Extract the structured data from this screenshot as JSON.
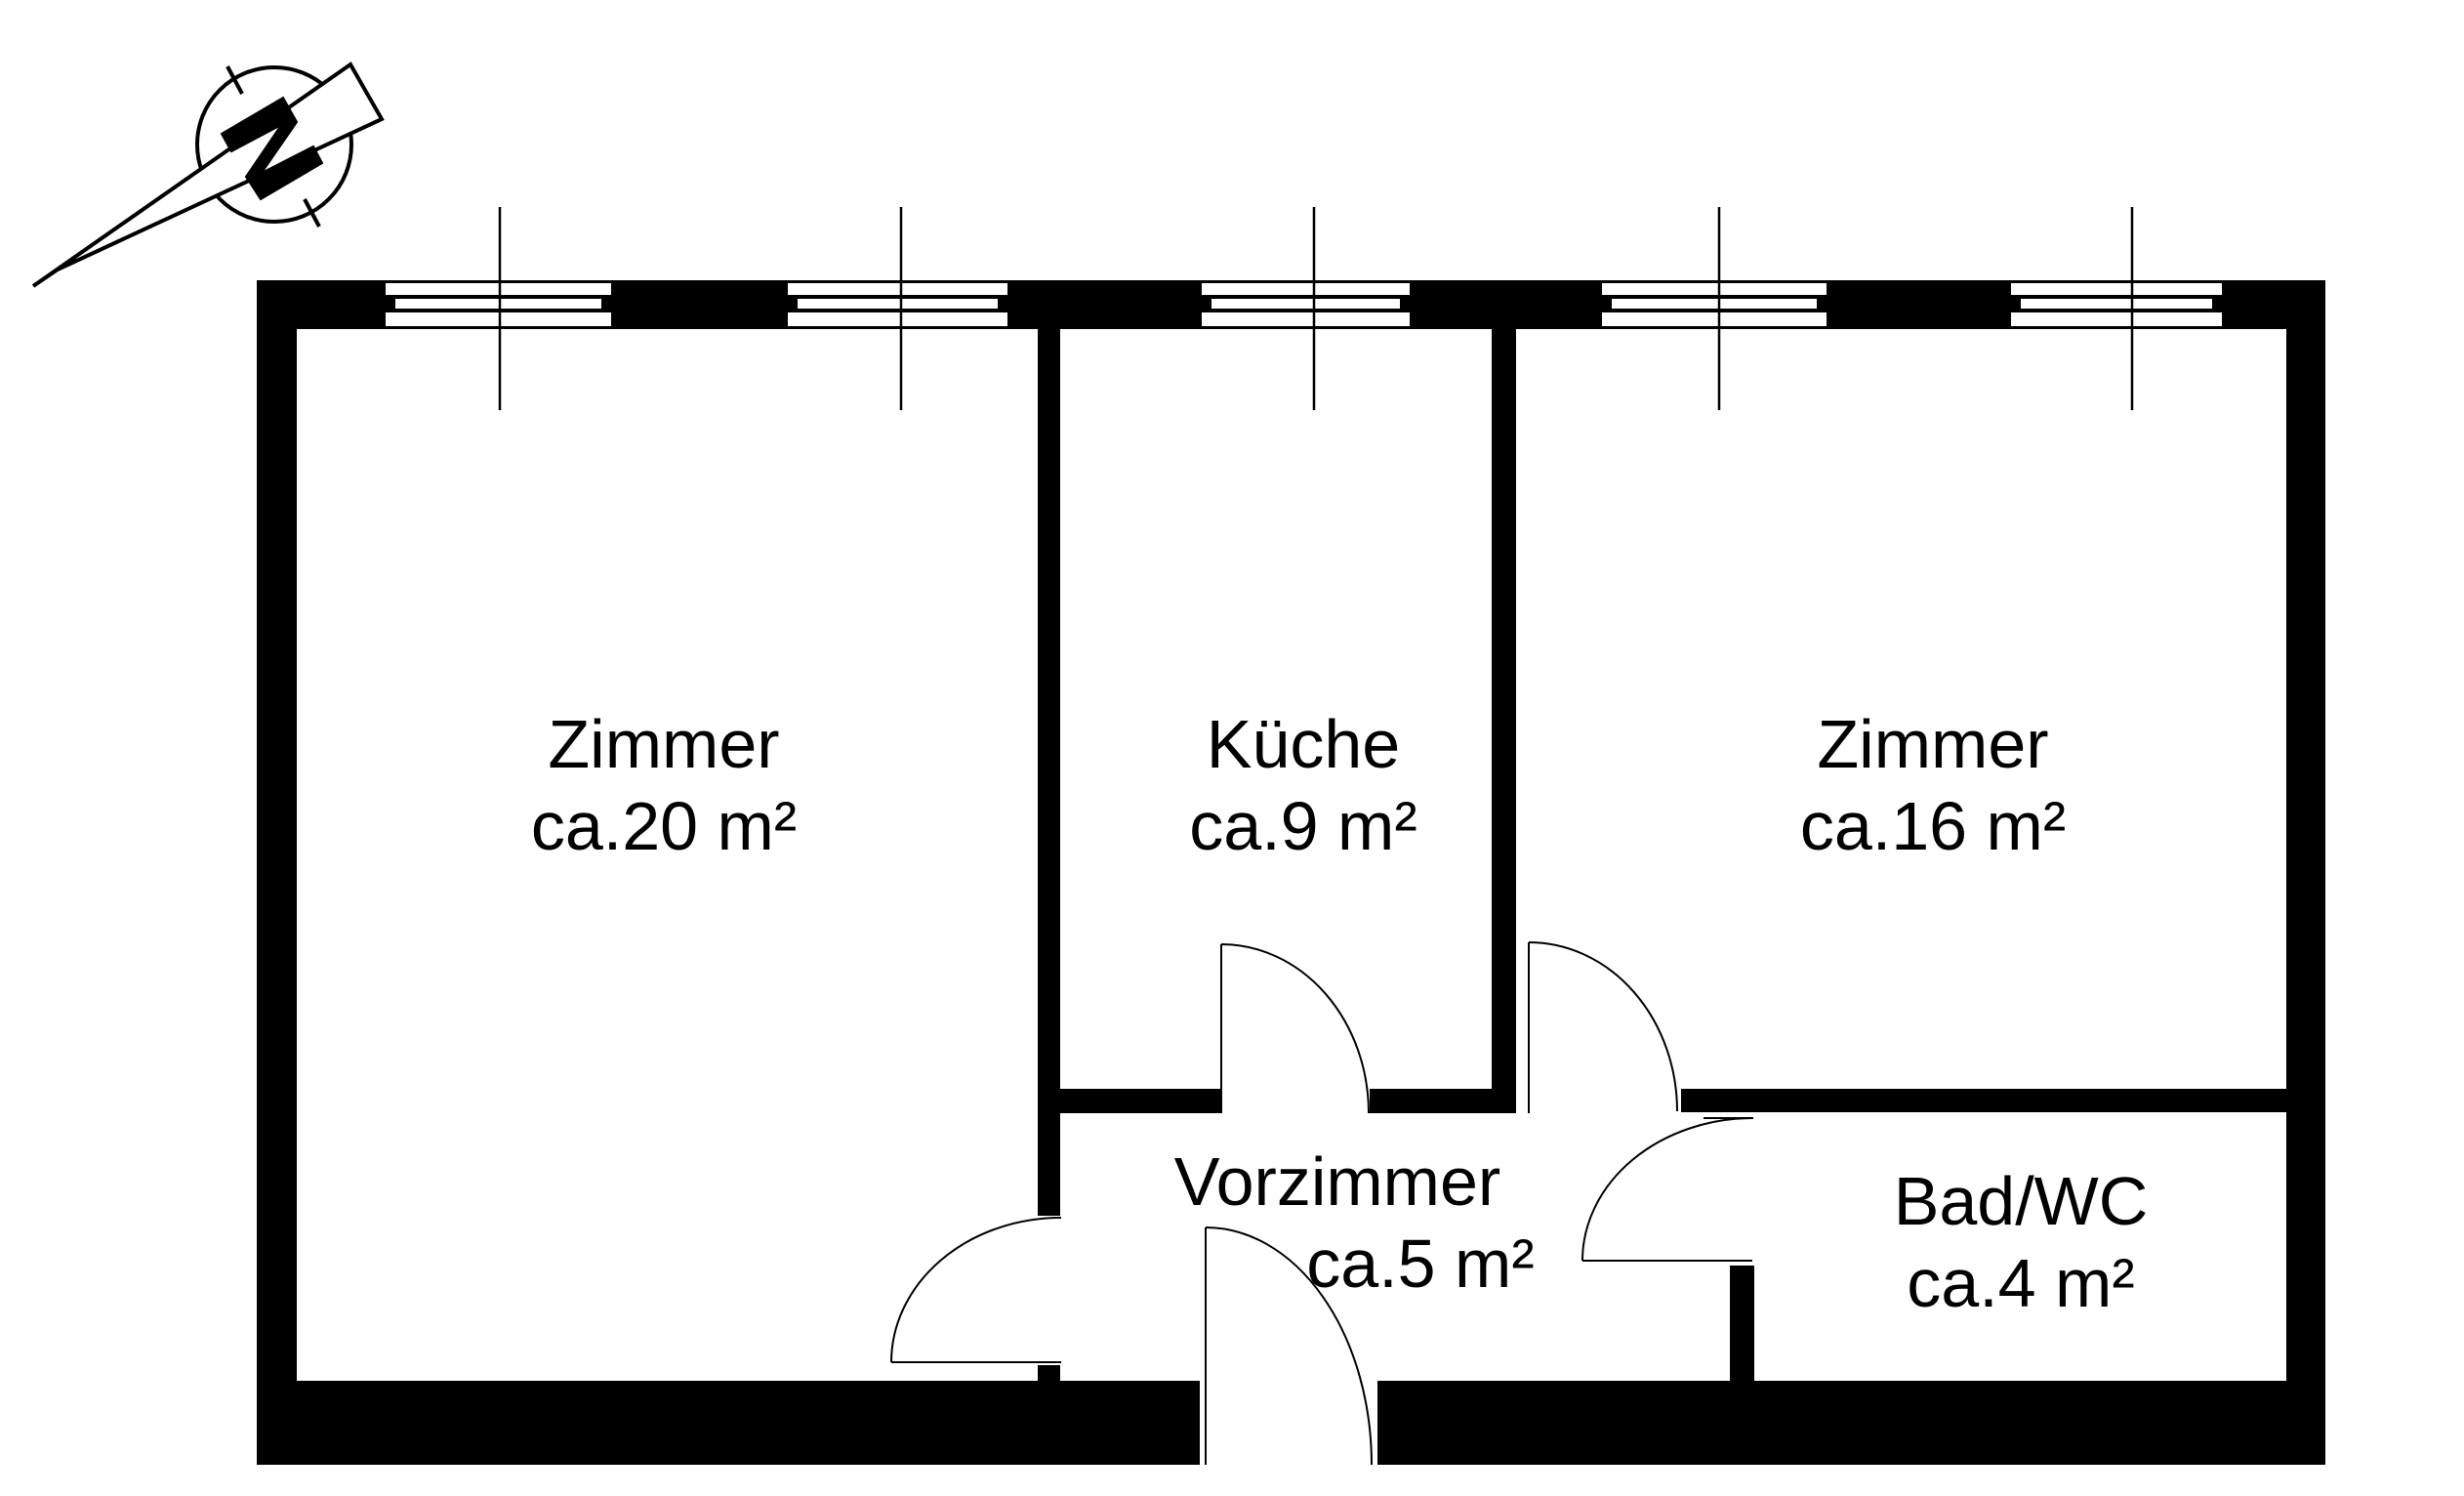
{
  "colors": {
    "wall": "#000000",
    "background": "#ffffff",
    "line": "#000000"
  },
  "compass": {
    "icon": "north-arrow-icon",
    "letter": "N"
  },
  "rooms": [
    {
      "id": "zimmer-1",
      "name": "Zimmer",
      "area": "ca.20 m²"
    },
    {
      "id": "kueche",
      "name": "Küche",
      "area": "ca.9 m²"
    },
    {
      "id": "zimmer-2",
      "name": "Zimmer",
      "area": "ca.16 m²"
    },
    {
      "id": "vorzimmer",
      "name": "Vorzimmer",
      "area": "ca.5 m²"
    },
    {
      "id": "bad-wc",
      "name": "Bad/WC",
      "area": "ca.4 m²"
    }
  ],
  "windows_count": 5,
  "doors_count": 5
}
